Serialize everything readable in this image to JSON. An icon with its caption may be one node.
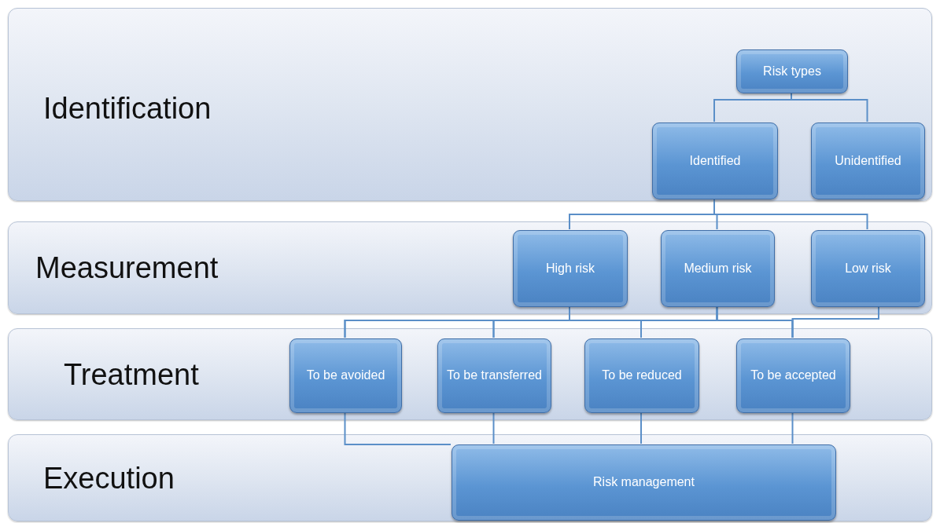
{
  "diagram": {
    "nodes": [
      {
        "text": [
          "Identification"
        ]
      },
      {
        "text": [
          "Measurement"
        ]
      },
      {
        "text": [
          "Treatment"
        ]
      },
      {
        "text": [
          "Execution"
        ]
      },
      {
        "text": [
          "Risk types"
        ],
        "in": 0
      },
      {
        "text": [
          "Identified"
        ],
        "in": 0
      },
      {
        "text": [
          "Unidentified"
        ],
        "in": 0
      },
      {
        "text": [
          "High risk"
        ],
        "in": 1
      },
      {
        "text": [
          "Medium risk"
        ],
        "in": 1
      },
      {
        "text": [
          "Low risk"
        ],
        "in": 1
      },
      {
        "text": [
          "To be avoided"
        ],
        "in": 2
      },
      {
        "text": [
          "To be transferred"
        ],
        "in": 2
      },
      {
        "text": [
          "To be reduced"
        ],
        "in": 2
      },
      {
        "text": [
          "To be accepted"
        ],
        "in": 2
      },
      {
        "text": [
          "Risk management"
        ],
        "in": 3
      }
    ],
    "edges": [
      {
        "from": 4,
        "to": 5,
        "arrow": "none"
      },
      {
        "from": 4,
        "to": 6,
        "arrow": "none"
      },
      {
        "from": 5,
        "to": 7,
        "arrow": "none"
      },
      {
        "from": 5,
        "to": 8,
        "arrow": "none"
      },
      {
        "from": 5,
        "to": 9,
        "arrow": "none"
      },
      {
        "from": 7,
        "to": 10,
        "arrow": "none"
      },
      {
        "from": 7,
        "to": 11,
        "arrow": "none"
      },
      {
        "from": 7,
        "to": 12,
        "arrow": "none"
      },
      {
        "from": 7,
        "to": 13,
        "arrow": "none"
      },
      {
        "from": 8,
        "to": 10,
        "arrow": "none"
      },
      {
        "from": 8,
        "to": 11,
        "arrow": "none"
      },
      {
        "from": 8,
        "to": 12,
        "arrow": "none"
      },
      {
        "from": 8,
        "to": 13,
        "arrow": "none"
      },
      {
        "from": 9,
        "to": 13,
        "arrow": "none"
      },
      {
        "from": 10,
        "to": 14,
        "arrow": "none"
      },
      {
        "from": 11,
        "to": 14,
        "arrow": "none"
      },
      {
        "from": 12,
        "to": 14,
        "arrow": "none"
      },
      {
        "from": 13,
        "to": 14,
        "arrow": "none"
      }
    ]
  }
}
